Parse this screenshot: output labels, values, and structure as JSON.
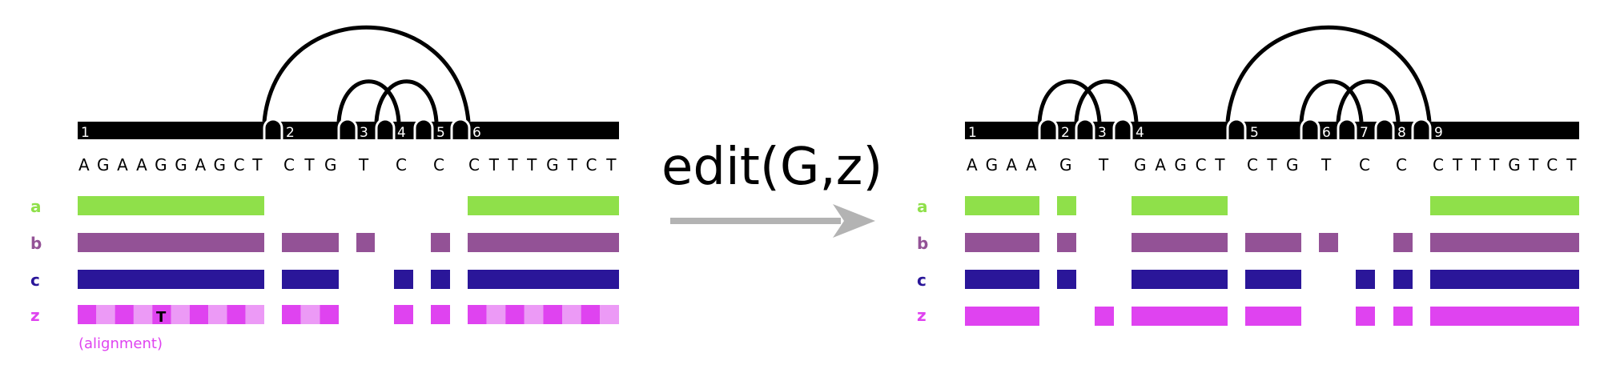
{
  "colors": {
    "a": "#8fe04a",
    "b": "#935296",
    "c": "#2a1699",
    "z": "#df43f0",
    "z_light": "#ec9af6",
    "arrow": "#b3b3b3",
    "bar": "#000000"
  },
  "operation": "edit(G,z)",
  "left": {
    "segment_numbers": [
      "1",
      "2",
      "3",
      "4",
      "5",
      "6"
    ],
    "segment_sequences": [
      "AGAAGGAGCT",
      "CTG",
      "T",
      "C",
      "C",
      "CTTTGTCT"
    ],
    "rows": [
      {
        "label": "a",
        "segments": [
          1,
          6
        ]
      },
      {
        "label": "b",
        "segments": [
          1,
          2,
          3,
          5,
          6
        ]
      },
      {
        "label": "c",
        "segments": [
          1,
          2,
          4,
          5,
          6
        ]
      },
      {
        "label": "z",
        "segments": [
          1,
          2,
          4,
          5,
          6
        ],
        "mismatch_base": "T",
        "note": "(alignment)"
      }
    ]
  },
  "right": {
    "segment_numbers": [
      "1",
      "2",
      "3",
      "4",
      "5",
      "6",
      "7",
      "8",
      "9"
    ],
    "segment_sequences": [
      "AGAA",
      "G",
      "T",
      "GAGCT",
      "CTG",
      "T",
      "C",
      "C",
      "CTTTGTCT"
    ],
    "rows": [
      {
        "label": "a",
        "segments": [
          1,
          2,
          4,
          9
        ]
      },
      {
        "label": "b",
        "segments": [
          1,
          2,
          4,
          5,
          6,
          8,
          9
        ]
      },
      {
        "label": "c",
        "segments": [
          1,
          2,
          4,
          5,
          7,
          8,
          9
        ]
      },
      {
        "label": "z",
        "segments": [
          1,
          3,
          4,
          5,
          7,
          8,
          9
        ]
      }
    ]
  }
}
